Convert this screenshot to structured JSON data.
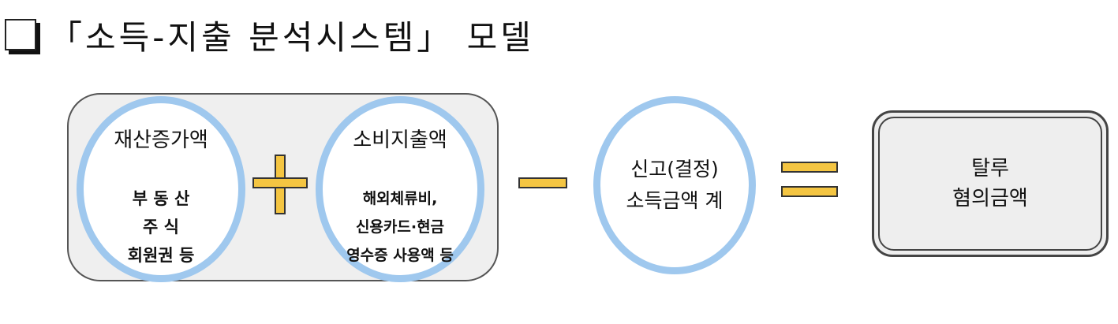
{
  "title": {
    "icon": "checkbox-icon",
    "text": "「소득-지출 분석시스템」 모델"
  },
  "wealth": {
    "title": "재산증가액",
    "body": "부 동 산\n주    식\n회원권  등"
  },
  "spending": {
    "title": "소비지출액",
    "body": "해외체류비,\n신용카드·현금\n영수증 사용액 등"
  },
  "reported": {
    "body": "신고(결정)\n소득금액  계"
  },
  "result": {
    "body": "탈루\n혐의금액"
  },
  "colors": {
    "circle": "#9fc8ee",
    "operator": "#f4c542",
    "group": "#efefef"
  }
}
